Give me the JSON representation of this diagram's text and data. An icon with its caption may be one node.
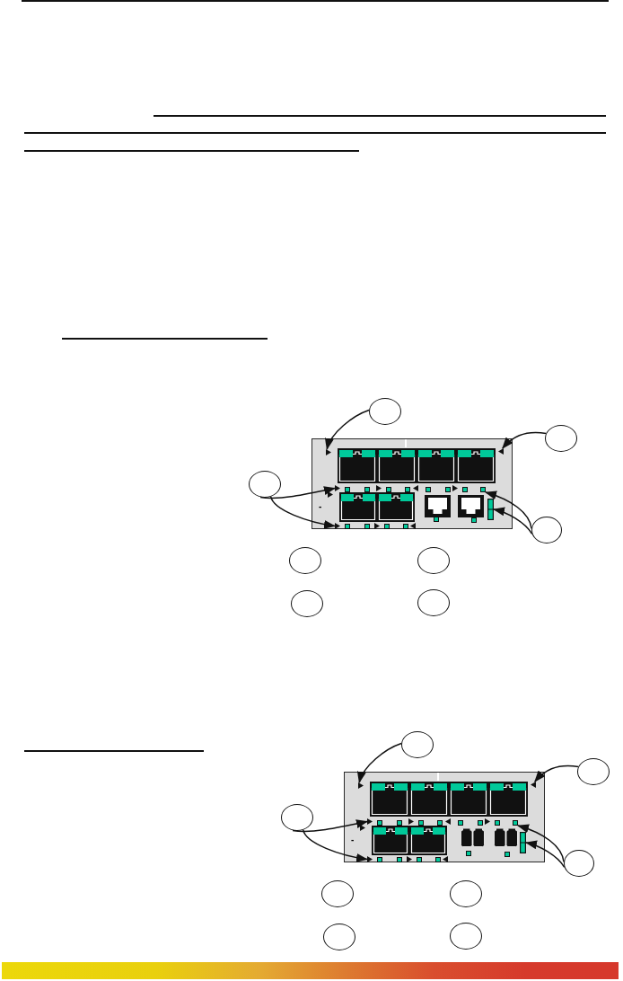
{
  "diagram": {
    "nodes": [
      {
        "text": [],
        "shape": "circle"
      },
      {
        "text": [],
        "shape": "circle"
      },
      {
        "text": [],
        "shape": "picture"
      },
      {
        "text": [],
        "shape": "triangle",
        "in": 2
      },
      {
        "text": [],
        "shape": "triangle",
        "in": 2
      },
      {
        "text": [],
        "shape": "circle"
      },
      {
        "text": [],
        "shape": "triangle",
        "in": 2
      },
      {
        "text": [],
        "shape": "box",
        "in": 2
      },
      {
        "text": [],
        "shape": "bar",
        "in": 2
      },
      {
        "text": [],
        "shape": "triangle",
        "in": 2
      },
      {
        "text": [],
        "shape": "circle"
      },
      {
        "text": [],
        "shape": "circle"
      },
      {
        "text": [],
        "shape": "circle"
      },
      {
        "text": [],
        "shape": "circle"
      },
      {
        "text": [],
        "shape": "circle"
      },
      {
        "text": [],
        "shape": "circle"
      },
      {
        "text": [],
        "shape": "circle"
      },
      {
        "text": [],
        "shape": "picture"
      },
      {
        "text": [],
        "shape": "triangle",
        "in": 17
      },
      {
        "text": [],
        "shape": "triangle",
        "in": 17
      },
      {
        "text": [],
        "shape": "circle"
      },
      {
        "text": [],
        "shape": "triangle",
        "in": 17
      },
      {
        "text": [],
        "shape": "box",
        "in": 17
      },
      {
        "text": [],
        "shape": "bar",
        "in": 17
      },
      {
        "text": [],
        "shape": "triangle",
        "in": 17
      },
      {
        "text": [],
        "shape": "circle"
      },
      {
        "text": [],
        "shape": "circle"
      },
      {
        "text": [],
        "shape": "circle"
      },
      {
        "text": [],
        "shape": "circle"
      },
      {
        "text": [],
        "shape": "circle"
      }
    ],
    "edges": [
      {
        "from": 0,
        "to": 3,
        "arrow": "to"
      },
      {
        "from": 1,
        "to": 4,
        "arrow": "to"
      },
      {
        "from": 5,
        "to": 6,
        "arrow": "to"
      },
      {
        "from": 5,
        "to": 9,
        "arrow": "to"
      },
      {
        "from": 10,
        "to": 7,
        "arrow": "to"
      },
      {
        "from": 10,
        "to": 8,
        "arrow": "to"
      },
      {
        "from": 15,
        "to": 18,
        "arrow": "to"
      },
      {
        "from": 16,
        "to": 19,
        "arrow": "to"
      },
      {
        "from": 20,
        "to": 21,
        "arrow": "to"
      },
      {
        "from": 20,
        "to": 24,
        "arrow": "to"
      },
      {
        "from": 25,
        "to": 22,
        "arrow": "to"
      },
      {
        "from": 25,
        "to": 23,
        "arrow": "to"
      }
    ],
    "labels": [
      "-",
      "-"
    ]
  }
}
